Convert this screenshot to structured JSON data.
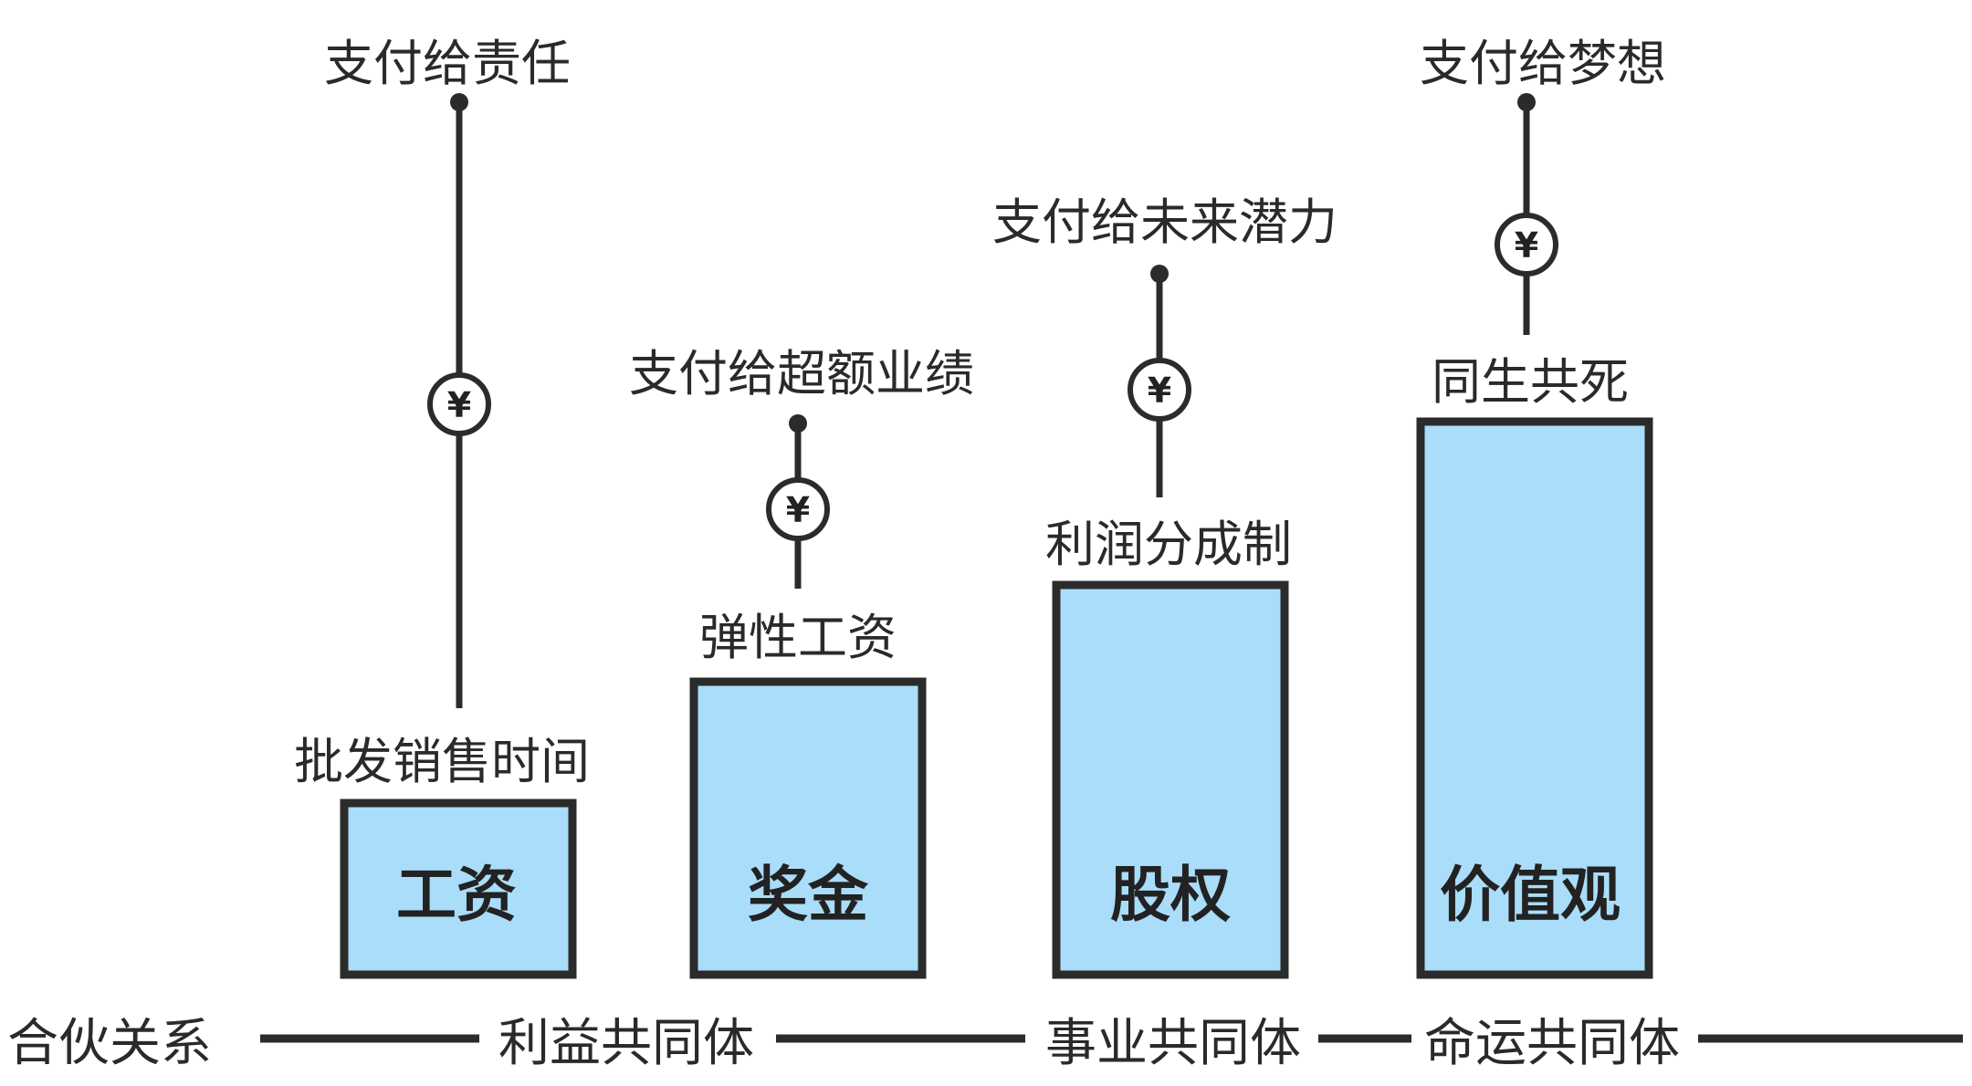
{
  "colors": {
    "bar_fill": "#a9ddf9",
    "bar_border": "#2b2b2b",
    "line": "#2b2b2b",
    "text": "#2a2a2a",
    "background": "#ffffff"
  },
  "currency_symbol": "¥",
  "columns": [
    {
      "bar_label": "工资",
      "base_label": "批发销售时间",
      "pay_label": "支付给责任",
      "icon": "yen-icon"
    },
    {
      "bar_label": "奖金",
      "base_label": "弹性工资",
      "pay_label": "支付给超额业绩",
      "icon": "yen-icon"
    },
    {
      "bar_label": "股权",
      "base_label": "利润分成制",
      "pay_label": "支付给未来潜力",
      "icon": "yen-icon"
    },
    {
      "bar_label": "价值观",
      "base_label": "同生共死",
      "pay_label": "支付给梦想",
      "icon": "yen-icon"
    }
  ],
  "axis": {
    "title": "合伙关系",
    "stages": [
      "利益共同体",
      "事业共同体",
      "命运共同体"
    ]
  }
}
